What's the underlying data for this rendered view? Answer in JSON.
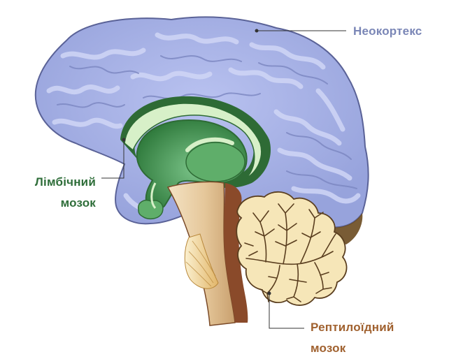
{
  "labels": {
    "neocortex": "Неокортекс",
    "limbic_line1": "Лімбічний",
    "limbic_line2": "мозок",
    "reptilian_line1": "Рептилоїдний",
    "reptilian_line2": "мозок"
  },
  "colors": {
    "neocortex_label": "#7a86b6",
    "limbic_label": "#2f6e3a",
    "reptilian_label": "#a0612f",
    "cortex_fill": "#a7b2e6",
    "cortex_gyri": "#c3cbf2",
    "cortex_outline": "#5a6297",
    "limbic_dark": "#2e6b35",
    "limbic_mid": "#4f9a5a",
    "limbic_light": "#d7f0c8",
    "brainstem": "#e6cba2",
    "brainstem_dark": "#8a4a2a",
    "cerebellum": "#f6e6b8",
    "cerebellum_lines": "#5a3e1f",
    "leader_line": "#333333"
  }
}
